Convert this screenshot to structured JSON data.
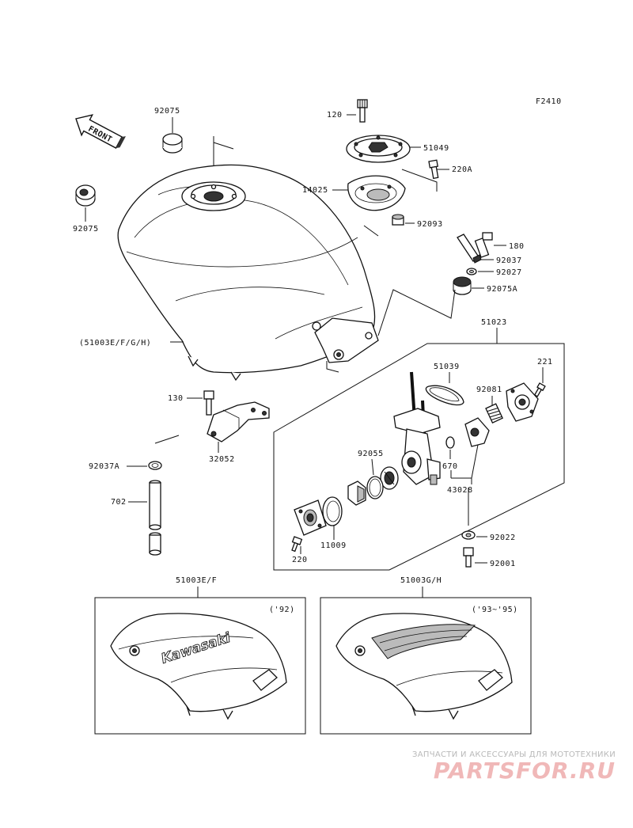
{
  "figure_code": "F2410",
  "front_arrow_label": "FRONT",
  "parts": {
    "p92075_a": "92075",
    "p92075_b": "92075",
    "p120": "120",
    "p51049": "51049",
    "p220A": "220A",
    "p14025": "14025",
    "p92093": "92093",
    "p180": "180",
    "p92037": "92037",
    "p92027": "92027",
    "p92075A": "92075A",
    "p51003_all": "(51003E/F/G/H)",
    "p51023": "51023",
    "p221": "221",
    "p51039": "51039",
    "p92081": "92081",
    "p130": "130",
    "p32052": "32052",
    "p92037A": "92037A",
    "p92055": "92055",
    "p670": "670",
    "p43028": "43028",
    "p702": "702",
    "p11009": "11009",
    "p92022": "92022",
    "p220": "220",
    "p92001": "92001",
    "p51003EF": "51003E/F",
    "p51003GH": "51003G/H"
  },
  "variants": {
    "left_year": "('92)",
    "right_year": "('93~'95)",
    "left_tank_decal": "Kawasaki"
  },
  "watermark": {
    "tagline": "ЗАПЧАСТИ И АКСЕССУАРЫ ДЛЯ МОТОТЕХНИКИ",
    "logo": "PARTSFOR.RU"
  }
}
